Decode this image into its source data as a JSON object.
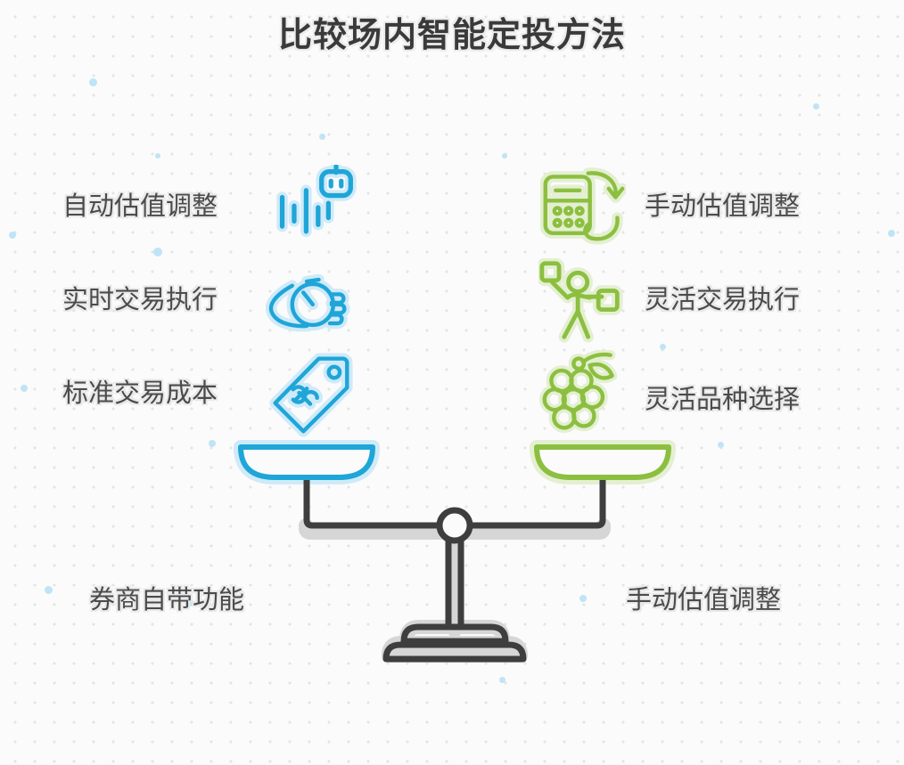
{
  "page": {
    "title": "比较场内智能定投方法",
    "background_color": "#fbfbfb",
    "dot_color": "#e4e4e4",
    "accent_dot_color": "#bfe4f5",
    "text_color": "#4b4b4b"
  },
  "colors": {
    "left_accent": "#1fa5d8",
    "left_accent_soft": "#cfeaf8",
    "right_accent": "#8cbf3f",
    "right_accent_soft": "#e4efd2",
    "frame": "#3e3e3e",
    "frame_shadow": "#d6d6d6"
  },
  "left_column": {
    "side": "left",
    "accent": "#1fa5d8",
    "items": [
      {
        "label": "自动估值调整",
        "icon": "robot-bars-icon"
      },
      {
        "label": "实时交易执行",
        "icon": "hand-stopwatch-icon"
      },
      {
        "label": "标准交易成本",
        "icon": "price-tag-icon"
      }
    ]
  },
  "right_column": {
    "side": "right",
    "accent": "#8cbf3f",
    "items": [
      {
        "label": "手动估值调整",
        "icon": "calculator-refresh-icon"
      },
      {
        "label": "灵活交易执行",
        "icon": "person-flexible-icon"
      },
      {
        "label": "灵活品种选择",
        "icon": "grapes-icon"
      }
    ]
  },
  "balance": {
    "icon": "balance-scale-icon",
    "left_pan_color": "#1fa5d8",
    "right_pan_color": "#8cbf3f",
    "left_caption": "券商自带功能",
    "right_caption": "手动估值调整"
  }
}
